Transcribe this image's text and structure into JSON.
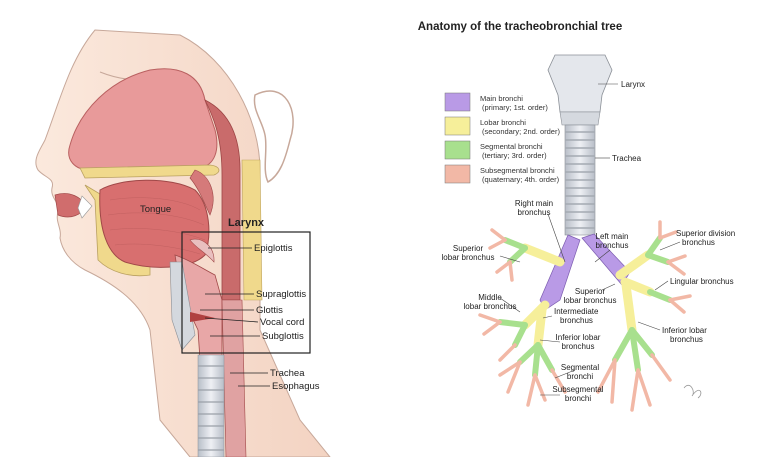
{
  "left_panel": {
    "tongue": "Tongue",
    "box_title": "Larynx",
    "labels": {
      "epiglottis": "Epiglottis",
      "supraglottis": "Supraglottis",
      "glottis": "Glottis",
      "vocal_cord": "Vocal cord",
      "subglottis": "Subglottis",
      "trachea": "Trachea",
      "esophagus": "Esophagus"
    }
  },
  "right_panel": {
    "title": "Anatomy of the tracheobronchial tree",
    "legend": [
      {
        "line1": "Main bronchi",
        "line2": "(primary; 1st. order)",
        "color": "#b99ae6"
      },
      {
        "line1": "Lobar bronchi",
        "line2": "(secondary; 2nd. order)",
        "color": "#f6ef9a"
      },
      {
        "line1": "Segmental bronchi",
        "line2": "(tertiary; 3rd. order)",
        "color": "#a8e08e"
      },
      {
        "line1": "Subsegmental bronchi",
        "line2": "(quaternary; 4th. order)",
        "color": "#f2b8a6"
      }
    ],
    "labels": {
      "larynx": "Larynx",
      "trachea": "Trachea",
      "right_main_1": "Right main",
      "right_main_2": "bronchus",
      "left_main_1": "Left main",
      "left_main_2": "bronchus",
      "sup_div_1": "Superior division",
      "sup_div_2": "bronchus",
      "sup_lobar_1": "Superior",
      "sup_lobar_2": "lobar bronchus",
      "lingular": "Lingular bronchus",
      "sup_lobar_l_1": "Superior",
      "sup_lobar_l_2": "lobar bronchus",
      "middle_1": "Middle",
      "middle_2": "lobar bronchus",
      "intermediate_1": "Intermediate",
      "intermediate_2": "bronchus",
      "inf_lobar_l_1": "Inferior lobar",
      "inf_lobar_l_2": "bronchus",
      "inf_lobar_r_1": "Inferior lobar",
      "inf_lobar_r_2": "bronchus",
      "segmental_1": "Segmental",
      "segmental_2": "bronchi",
      "subsegmental_1": "Subsegmental",
      "subsegmental_2": "bronchi"
    }
  },
  "colors": {
    "tissue_pink": "#e8a0a0",
    "tissue_dark": "#c96b6b",
    "bone_yellow": "#f0d98c",
    "cartilage": "#d9dde3",
    "main_bronchi": "#b99ae6",
    "lobar_bronchi": "#f6ef9a",
    "segmental_bronchi": "#a8e08e",
    "subsegmental_bronchi": "#f2b8a6"
  }
}
